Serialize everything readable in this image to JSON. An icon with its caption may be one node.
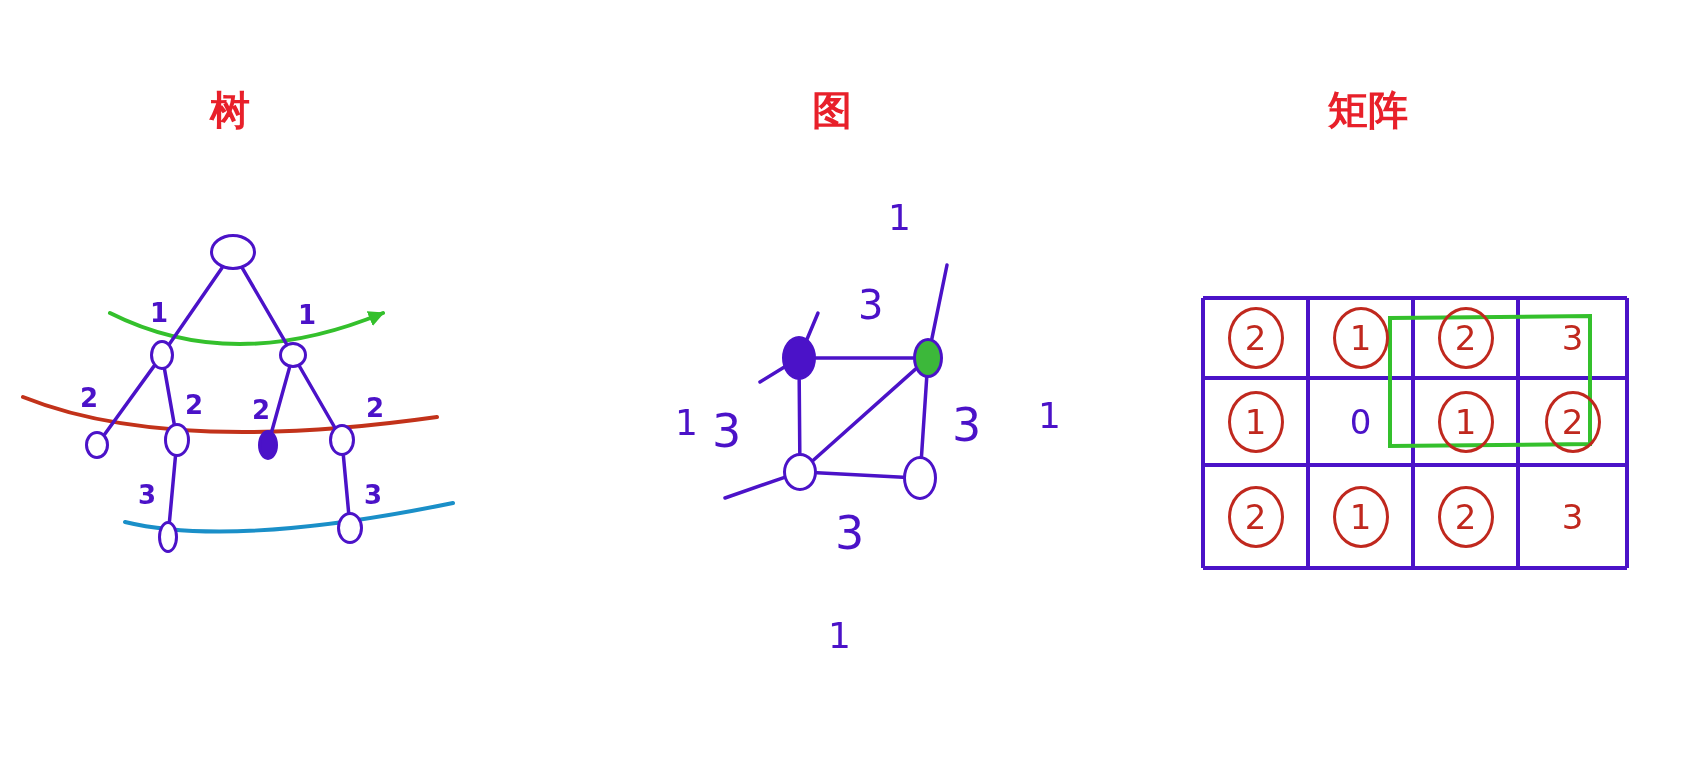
{
  "diagram": {
    "nodes": [
      {
        "text": [],
        "shape": "circle"
      },
      {
        "text": [],
        "shape": "circle",
        "beside": [
          "1"
        ]
      },
      {
        "text": [],
        "shape": "circle",
        "beside": [
          "1"
        ]
      },
      {
        "text": [],
        "shape": "circle",
        "beside": [
          "2"
        ]
      },
      {
        "text": [],
        "shape": "circle",
        "beside": [
          "2"
        ]
      },
      {
        "text": [],
        "shape": "circle",
        "beside": [
          "2"
        ]
      },
      {
        "text": [],
        "shape": "circle",
        "beside": [
          "2"
        ]
      },
      {
        "text": [],
        "shape": "circle",
        "beside": [
          "3"
        ]
      },
      {
        "text": [],
        "shape": "circle",
        "beside": [
          "3"
        ]
      },
      {
        "text": [],
        "shape": "circle"
      },
      {
        "text": [],
        "shape": "circle"
      },
      {
        "text": [],
        "shape": "circle"
      },
      {
        "text": [],
        "shape": "circle"
      }
    ],
    "edges": [
      {
        "from": 0,
        "to": 1,
        "arrow": "none"
      },
      {
        "from": 0,
        "to": 2,
        "arrow": "none"
      },
      {
        "from": 1,
        "to": 3,
        "arrow": "none"
      },
      {
        "from": 1,
        "to": 4,
        "arrow": "none"
      },
      {
        "from": 2,
        "to": 5,
        "arrow": "none"
      },
      {
        "from": 2,
        "to": 6,
        "arrow": "none"
      },
      {
        "from": 4,
        "to": 7,
        "arrow": "none"
      },
      {
        "from": 6,
        "to": 8,
        "arrow": "none"
      },
      {
        "from": 9,
        "to": 10,
        "arrow": "none"
      },
      {
        "from": 9,
        "to": 11,
        "arrow": "none"
      },
      {
        "from": 11,
        "to": 10,
        "arrow": "none"
      },
      {
        "from": 10,
        "to": 12,
        "arrow": "none"
      },
      {
        "from": 11,
        "to": 12,
        "arrow": "none"
      },
      {
        "from": 9,
        "to": null,
        "arrow": "none"
      },
      {
        "from": 9,
        "to": null,
        "arrow": "none"
      },
      {
        "from": 11,
        "to": null,
        "arrow": "none"
      },
      {
        "from": 10,
        "to": null,
        "arrow": "none"
      }
    ],
    "labels": [
      "树",
      "图",
      "矩阵",
      "1",
      "3",
      "1",
      "3",
      "3",
      "1",
      "3",
      "1",
      "2",
      "1",
      "2",
      "3",
      "1",
      "0",
      "1",
      "2",
      "2",
      "1",
      "2",
      "3"
    ]
  }
}
